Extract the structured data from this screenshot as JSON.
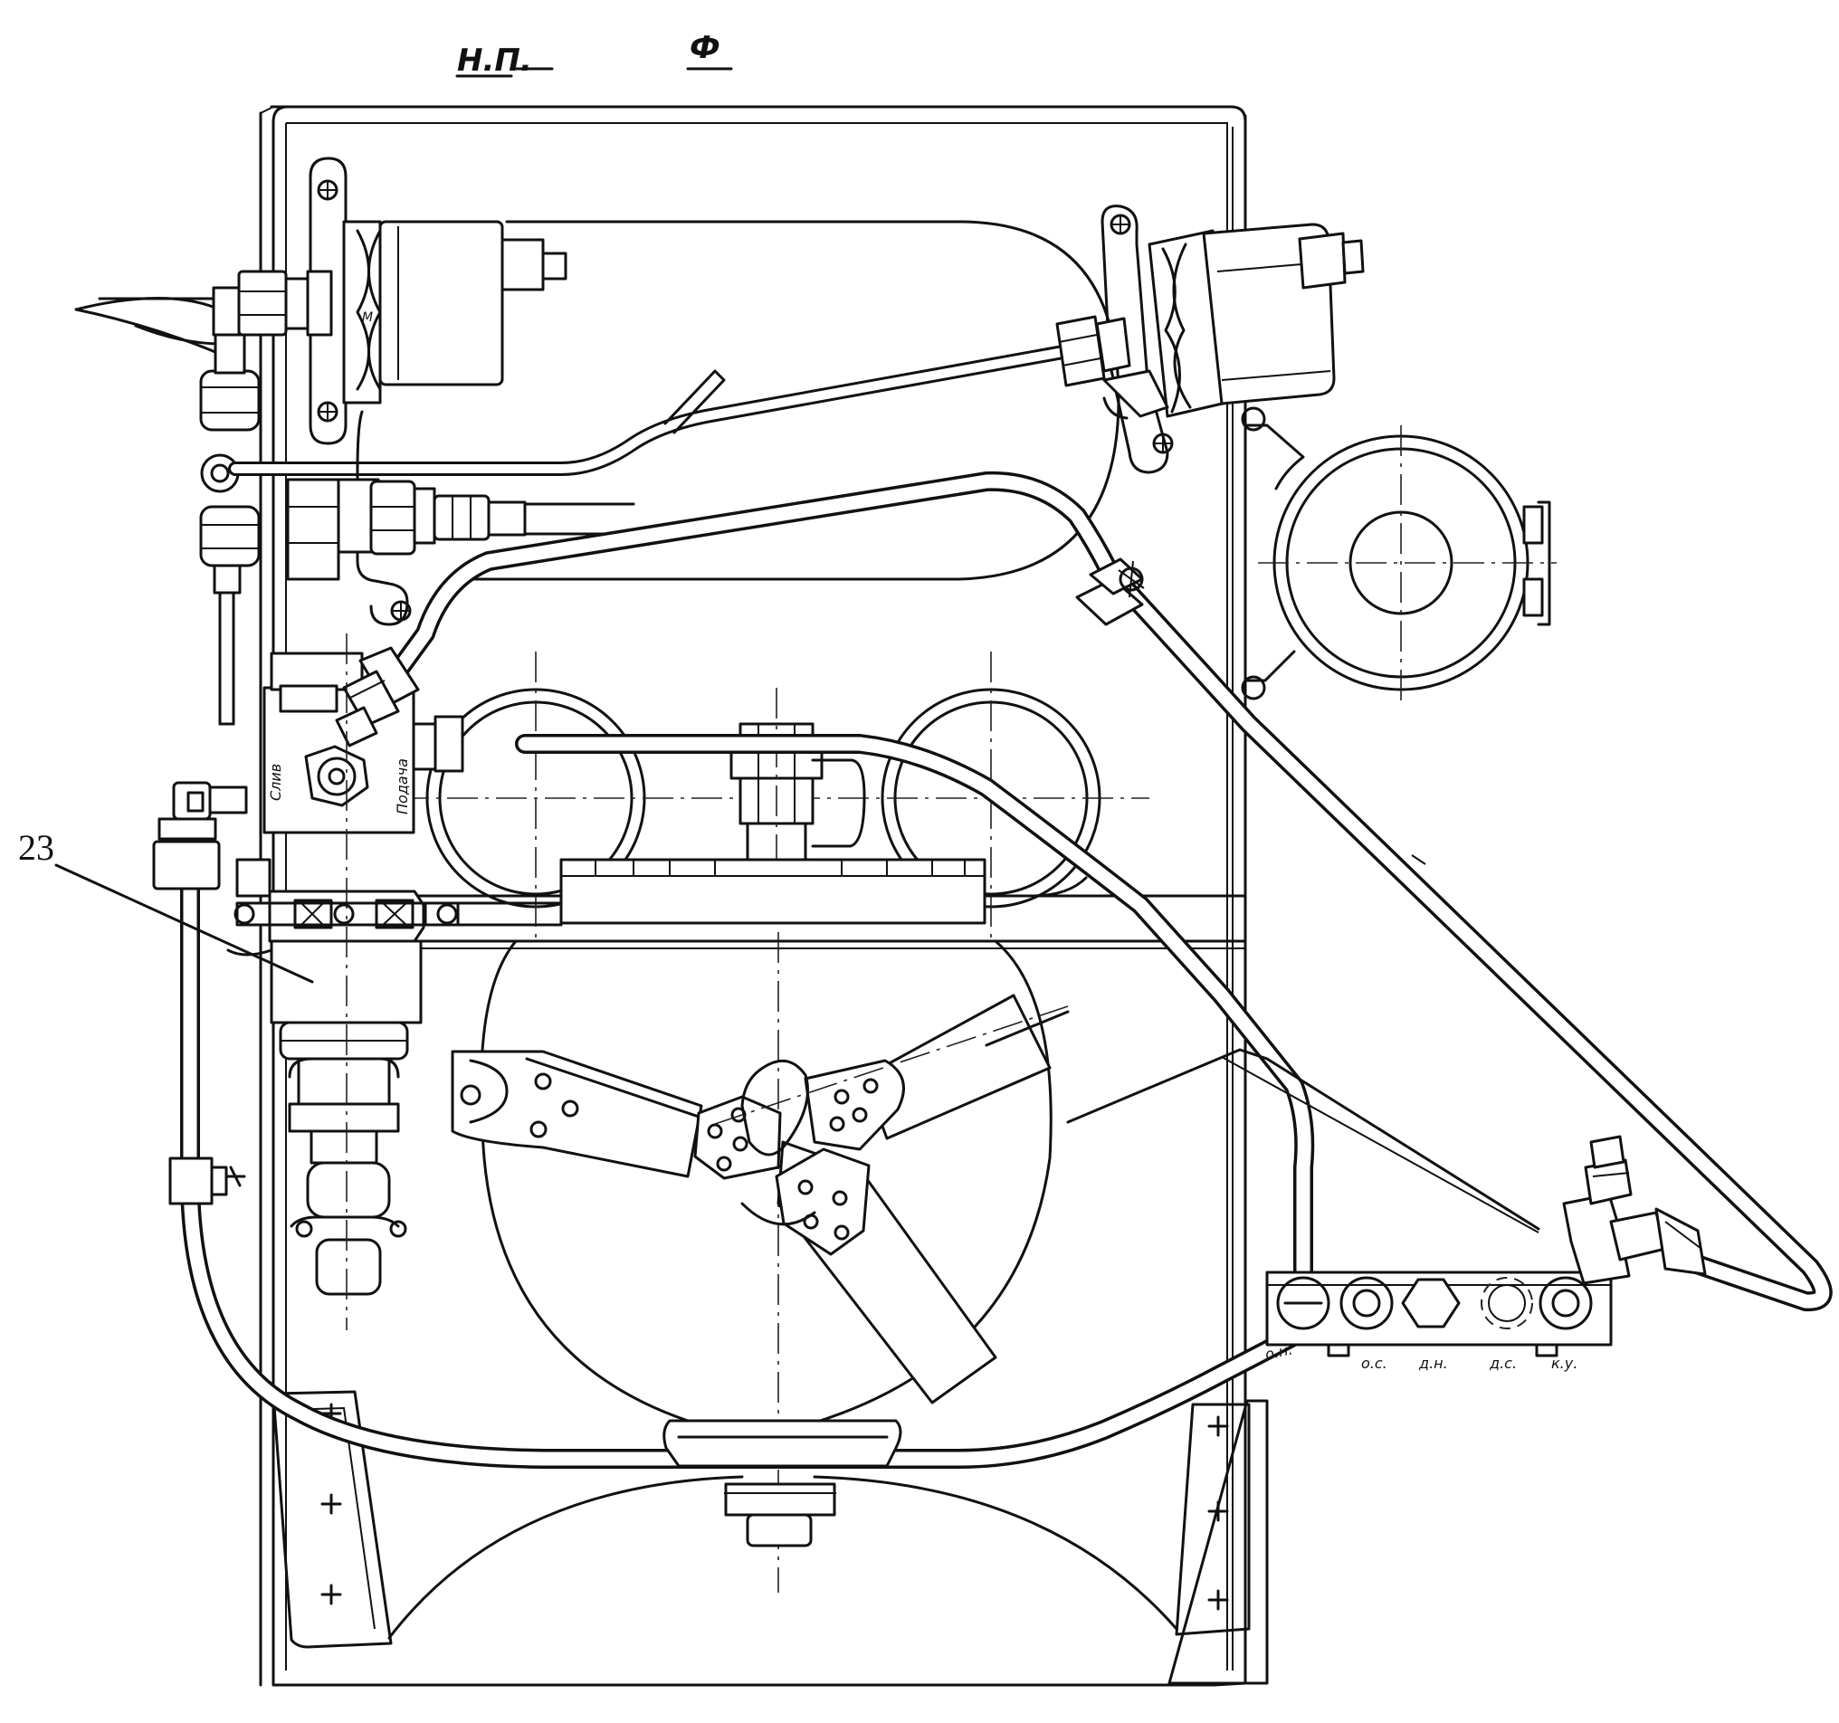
{
  "header": {
    "left_mark": "Н.П.",
    "right_mark": "Ф"
  },
  "callout": {
    "number": "23"
  },
  "block_labels": {
    "slit": "Слив",
    "feed": "Подача"
  },
  "manifold": {
    "ports": [
      "о.н.",
      "о.с.",
      "д.н.",
      "д.с.",
      "к.у."
    ]
  },
  "fitting_mark": "М"
}
